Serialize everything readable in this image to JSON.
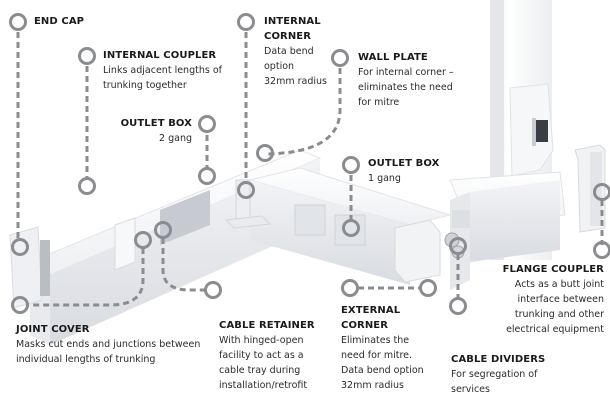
{
  "diagram": {
    "subject": "Cable trunking system components",
    "colors": {
      "callout": "#8a8c90",
      "trunking": "#f4f5f7",
      "trunking_shade": "#d9dce2",
      "text": "#1f1f1f"
    },
    "callouts": [
      {
        "id": "end-cap",
        "title": "END CAP",
        "description": []
      },
      {
        "id": "internal-coupler",
        "title": "INTERNAL COUPLER",
        "description": [
          "Links adjacent lengths of",
          "trunking together"
        ]
      },
      {
        "id": "outlet-box-2",
        "title": "OUTLET BOX",
        "description": [
          "2 gang"
        ]
      },
      {
        "id": "internal-corner",
        "title": "INTERNAL",
        "title2": "CORNER",
        "description": [
          "Data bend",
          "option",
          "32mm radius"
        ]
      },
      {
        "id": "wall-plate",
        "title": "WALL PLATE",
        "description": [
          "For internal corner –",
          "eliminates the need",
          "for mitre"
        ]
      },
      {
        "id": "outlet-box-1",
        "title": "OUTLET BOX",
        "description": [
          "1 gang"
        ]
      },
      {
        "id": "flange-coupler",
        "title": "FLANGE COUPLER",
        "description": [
          "Acts as a butt joint",
          "interface between",
          "trunking and other",
          "electrical equipment"
        ]
      },
      {
        "id": "joint-cover",
        "title": "JOINT COVER",
        "description": [
          "Masks cut ends and junctions between",
          "individual lengths of trunking"
        ]
      },
      {
        "id": "cable-retainer",
        "title": "CABLE RETAINER",
        "description": [
          "With hinged-open",
          "facility to act as a",
          "cable tray during",
          "installation/retrofit"
        ]
      },
      {
        "id": "external-corner",
        "title": "EXTERNAL",
        "title2": "CORNER",
        "description": [
          "Eliminates the",
          "need for mitre.",
          "Data bend option",
          "32mm radius"
        ]
      },
      {
        "id": "cable-dividers",
        "title": "CABLE DIVIDERS",
        "description": [
          "For segregation of",
          "services"
        ]
      }
    ]
  }
}
